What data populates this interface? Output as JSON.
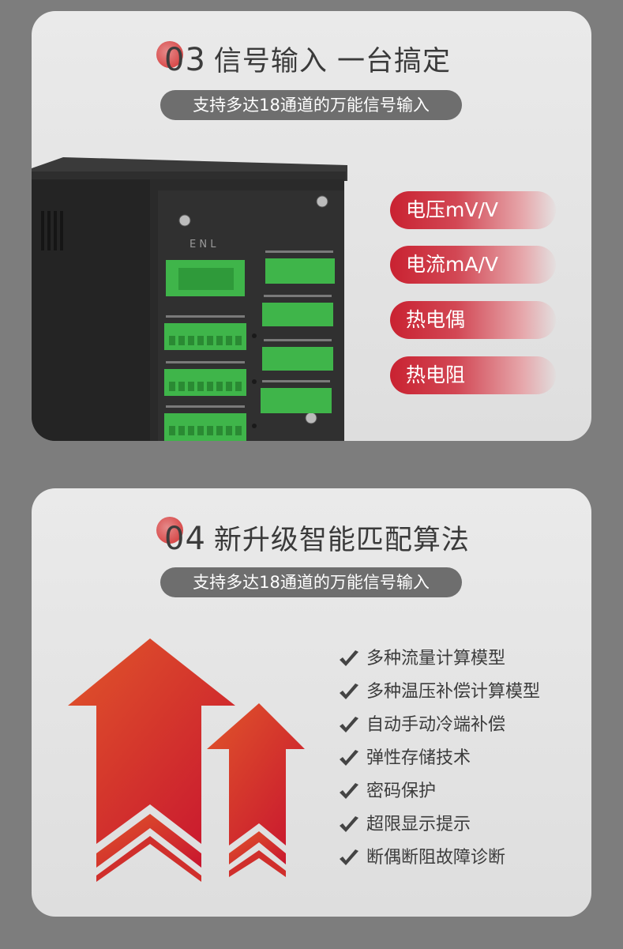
{
  "section03": {
    "number": "03",
    "title": "信号输入 一台搞定",
    "subtitle": "支持多达18通道的万能信号输入",
    "signals": [
      "电压mV/V",
      "电流mA/V",
      "热电偶",
      "热电阻"
    ],
    "device_panel_label": "E N L",
    "colors": {
      "accent": "#c92231",
      "device": "#2b2b2b",
      "terminal": "#3fb54a"
    }
  },
  "section04": {
    "number": "04",
    "title": "新升级智能匹配算法",
    "subtitle": "支持多达18通道的万能信号输入",
    "features": [
      "多种流量计算模型",
      "多种温压补偿计算模型",
      "自动手动冷端补偿",
      "弹性存储技术",
      "密码保护",
      "超限显示提示",
      "断偶断阻故障诊断"
    ],
    "feature_icon": "check-icon",
    "colors": {
      "arrow_top": "#e0562a",
      "arrow_bottom": "#c8152f"
    }
  }
}
